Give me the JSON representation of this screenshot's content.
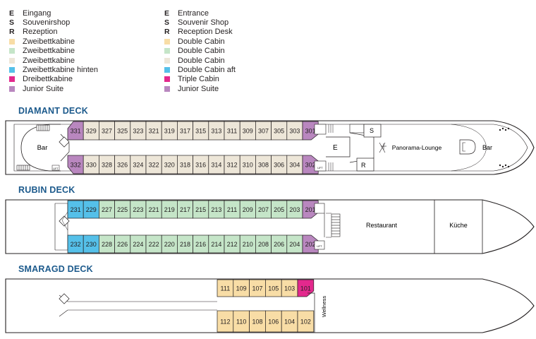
{
  "legend": {
    "german": [
      {
        "key": "E",
        "label": "Eingang"
      },
      {
        "key": "S",
        "label": "Souvenirshop"
      },
      {
        "key": "R",
        "label": "Rezeption"
      },
      {
        "swatch": "#f8dda6",
        "label": "Zweibettkabine"
      },
      {
        "swatch": "#c5e5c8",
        "label": "Zweibettkabine"
      },
      {
        "swatch": "#ede6d8",
        "label": "Zweibettkabine"
      },
      {
        "swatch": "#55c0e9",
        "label": "Zweibettkabine hinten"
      },
      {
        "swatch": "#e3298d",
        "label": "Dreibettkabine"
      },
      {
        "swatch": "#b987bf",
        "label": "Junior Suite"
      }
    ],
    "english": [
      {
        "key": "E",
        "label": "Entrance"
      },
      {
        "key": "S",
        "label": "Souvenir Shop"
      },
      {
        "key": "R",
        "label": "Reception Desk"
      },
      {
        "swatch": "#f8dda6",
        "label": "Double Cabin"
      },
      {
        "swatch": "#c5e5c8",
        "label": "Double Cabin"
      },
      {
        "swatch": "#ede6d8",
        "label": "Double Cabin"
      },
      {
        "swatch": "#55c0e9",
        "label": "Double Cabin aft"
      },
      {
        "swatch": "#e3298d",
        "label": "Triple Cabin"
      },
      {
        "swatch": "#b987bf",
        "label": "Junior Suite"
      }
    ]
  },
  "colors": {
    "suite": "#b987bf",
    "triple": "#e3298d",
    "aft": "#55c0e9",
    "green": "#c5e5c8",
    "beige": "#ede6d8",
    "yellow": "#f8dda6",
    "deck_title": "#1c5a8c",
    "line": "#231f20"
  },
  "decks": {
    "diamant": {
      "title": "DIAMANT DECK",
      "top_row": [
        "331",
        "329",
        "327",
        "325",
        "323",
        "321",
        "319",
        "317",
        "315",
        "313",
        "311",
        "309",
        "307",
        "305",
        "303",
        "301"
      ],
      "bottom_row": [
        "332",
        "330",
        "328",
        "326",
        "324",
        "322",
        "320",
        "318",
        "316",
        "314",
        "312",
        "310",
        "308",
        "306",
        "304",
        "302"
      ],
      "top_colors": [
        "suite",
        "beige",
        "beige",
        "beige",
        "beige",
        "beige",
        "beige",
        "beige",
        "beige",
        "beige",
        "beige",
        "beige",
        "beige",
        "beige",
        "beige",
        "suite"
      ],
      "bottom_colors": [
        "suite",
        "beige",
        "beige",
        "beige",
        "beige",
        "beige",
        "beige",
        "beige",
        "beige",
        "beige",
        "beige",
        "beige",
        "beige",
        "beige",
        "beige",
        "suite"
      ],
      "bar_aft": "Bar",
      "entrance": "E",
      "shop": "S",
      "reception": "R",
      "lounge": "Panorama-Lounge",
      "bar_fwd": "Bar",
      "lift": "LIFT"
    },
    "rubin": {
      "title": "RUBIN DECK",
      "top_row": [
        "231",
        "229",
        "227",
        "225",
        "223",
        "221",
        "219",
        "217",
        "215",
        "213",
        "211",
        "209",
        "207",
        "205",
        "203",
        "201"
      ],
      "bottom_row": [
        "232",
        "230",
        "228",
        "226",
        "224",
        "222",
        "220",
        "218",
        "216",
        "214",
        "212",
        "210",
        "208",
        "206",
        "204",
        "202"
      ],
      "top_colors": [
        "aft",
        "aft",
        "green",
        "green",
        "green",
        "green",
        "green",
        "green",
        "green",
        "green",
        "green",
        "green",
        "green",
        "green",
        "green",
        "suite"
      ],
      "bottom_colors": [
        "aft",
        "aft",
        "green",
        "green",
        "green",
        "green",
        "green",
        "green",
        "green",
        "green",
        "green",
        "green",
        "green",
        "green",
        "green",
        "suite"
      ],
      "restaurant": "Restaurant",
      "kitchen": "Küche",
      "lift": "LIFT"
    },
    "smaragd": {
      "title": "SMARAGD DECK",
      "top_row": [
        "111",
        "109",
        "107",
        "105",
        "103",
        "101"
      ],
      "bottom_row": [
        "112",
        "110",
        "108",
        "106",
        "104",
        "102"
      ],
      "top_colors": [
        "yellow",
        "yellow",
        "yellow",
        "yellow",
        "yellow",
        "triple"
      ],
      "bottom_colors": [
        "yellow",
        "yellow",
        "yellow",
        "yellow",
        "yellow",
        "yellow"
      ],
      "wellness": "Wellness"
    }
  }
}
